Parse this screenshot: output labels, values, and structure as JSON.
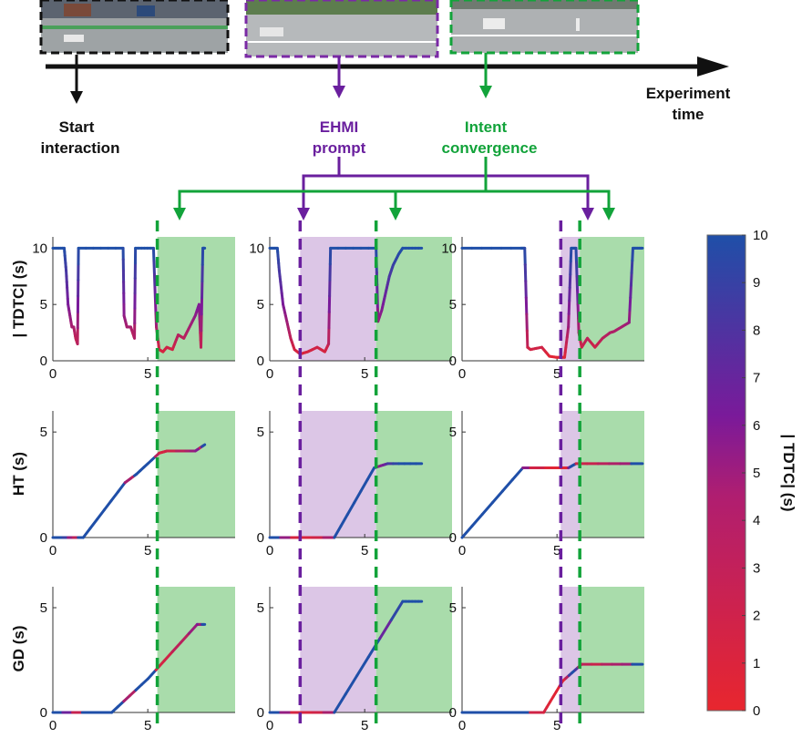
{
  "timeline": {
    "axis_label_1": "Experiment",
    "axis_label_2": "time",
    "events": [
      {
        "key": "start",
        "line1": "Start",
        "line2": "interaction",
        "color": "#111111"
      },
      {
        "key": "ehmi",
        "line1": "EHMI",
        "line2": "prompt",
        "color": "#6a1f9e"
      },
      {
        "key": "intent",
        "line1": "Intent",
        "line2": "convergence",
        "color": "#12a33a"
      }
    ]
  },
  "colors": {
    "ehmi": "#6a1f9e",
    "intent": "#12a33a",
    "ehmi_shade": "#dcc6e6",
    "intent_shade": "#a9dcab",
    "colormap_low": "#e8262e",
    "colormap_mid": "#7a1a9a",
    "colormap_high": "#1f4fa8"
  },
  "colorbar": {
    "label": "| TDTC|  (s)",
    "ticks": [
      "0",
      "1",
      "2",
      "3",
      "4",
      "5",
      "6",
      "7",
      "8",
      "9",
      "10"
    ],
    "range": [
      0,
      10
    ]
  },
  "chart_data": {
    "type": "line",
    "x_ticks": [
      "0",
      "5"
    ],
    "x_range": [
      0,
      9.6
    ],
    "columns": [
      {
        "ehmi": null,
        "intent": 5.5
      },
      {
        "ehmi": 1.6,
        "intent": 5.6
      },
      {
        "ehmi": 5.2,
        "intent": 6.2
      }
    ],
    "rows": [
      {
        "ylabel": "| TDTC|  (s)",
        "y_ticks": [
          "0",
          "5",
          "10"
        ],
        "y_range": [
          0,
          11
        ],
        "series": [
          [
            [
              0,
              10
            ],
            [
              0.6,
              10
            ],
            [
              0.7,
              8
            ],
            [
              0.8,
              5
            ],
            [
              0.9,
              4
            ],
            [
              1.0,
              3
            ],
            [
              1.1,
              3
            ],
            [
              1.2,
              2
            ],
            [
              1.3,
              1.5
            ],
            [
              1.35,
              10
            ],
            [
              3.7,
              10
            ],
            [
              3.75,
              4
            ],
            [
              3.9,
              3
            ],
            [
              4.1,
              3
            ],
            [
              4.2,
              2.5
            ],
            [
              4.3,
              2
            ],
            [
              4.35,
              10
            ],
            [
              5.3,
              10
            ],
            [
              5.45,
              3
            ],
            [
              5.6,
              1
            ],
            [
              5.8,
              0.8
            ],
            [
              6.0,
              1.2
            ],
            [
              6.3,
              1
            ],
            [
              6.6,
              2.3
            ],
            [
              6.9,
              2
            ],
            [
              7.2,
              3
            ],
            [
              7.5,
              4
            ],
            [
              7.7,
              5
            ],
            [
              7.8,
              1.2
            ],
            [
              7.9,
              10
            ],
            [
              8.0,
              10
            ]
          ],
          [
            [
              0,
              10
            ],
            [
              0.4,
              10
            ],
            [
              0.5,
              8
            ],
            [
              0.7,
              5
            ],
            [
              0.9,
              3.5
            ],
            [
              1.1,
              2
            ],
            [
              1.3,
              1
            ],
            [
              1.6,
              0.6
            ],
            [
              2.0,
              0.8
            ],
            [
              2.5,
              1.2
            ],
            [
              2.9,
              0.8
            ],
            [
              3.1,
              1.5
            ],
            [
              3.2,
              10
            ],
            [
              5.6,
              10
            ],
            [
              5.7,
              3.5
            ],
            [
              5.9,
              4.5
            ],
            [
              6.1,
              6
            ],
            [
              6.3,
              7.5
            ],
            [
              6.5,
              8.5
            ],
            [
              6.8,
              9.5
            ],
            [
              7.0,
              10
            ],
            [
              8.0,
              10
            ]
          ],
          [
            [
              0,
              10
            ],
            [
              3.1,
              10
            ],
            [
              3.3,
              10
            ],
            [
              3.45,
              1.2
            ],
            [
              3.6,
              1
            ],
            [
              4.2,
              1.2
            ],
            [
              4.6,
              0.4
            ],
            [
              5.0,
              0.3
            ],
            [
              5.4,
              0.3
            ],
            [
              5.6,
              3
            ],
            [
              5.75,
              10
            ],
            [
              6.0,
              10
            ],
            [
              6.15,
              2.5
            ],
            [
              6.3,
              1.2
            ],
            [
              6.6,
              2
            ],
            [
              7.0,
              1.2
            ],
            [
              7.4,
              2
            ],
            [
              7.8,
              2.5
            ],
            [
              8.0,
              2.6
            ],
            [
              8.4,
              3
            ],
            [
              8.8,
              3.4
            ],
            [
              9.0,
              10
            ],
            [
              9.5,
              10
            ]
          ]
        ]
      },
      {
        "ylabel": "HT (s)",
        "y_ticks": [
          "0",
          "5"
        ],
        "y_range": [
          0,
          6
        ],
        "series": [
          [
            [
              0,
              0
            ],
            [
              1.6,
              0
            ],
            [
              3.8,
              2.6
            ],
            [
              4.4,
              3.0
            ],
            [
              5.6,
              4.0
            ],
            [
              6.0,
              4.1
            ],
            [
              7.5,
              4.1
            ],
            [
              8.0,
              4.4
            ]
          ],
          [
            [
              0,
              0
            ],
            [
              3.4,
              0
            ],
            [
              5.5,
              3.3
            ],
            [
              6.2,
              3.5
            ],
            [
              8.0,
              3.5
            ]
          ],
          [
            [
              0,
              0
            ],
            [
              3.2,
              3.3
            ],
            [
              5.6,
              3.3
            ],
            [
              6.0,
              3.5
            ],
            [
              9.5,
              3.5
            ]
          ]
        ]
      },
      {
        "ylabel": "GD (s)",
        "y_ticks": [
          "0",
          "5"
        ],
        "y_range": [
          0,
          6
        ],
        "series": [
          [
            [
              0,
              0
            ],
            [
              3.1,
              0
            ],
            [
              5.0,
              1.6
            ],
            [
              7.6,
              4.2
            ],
            [
              8.0,
              4.2
            ]
          ],
          [
            [
              0,
              0
            ],
            [
              3.4,
              0
            ],
            [
              7.0,
              5.3
            ],
            [
              8.0,
              5.3
            ]
          ],
          [
            [
              0,
              0
            ],
            [
              4.3,
              0
            ],
            [
              5.3,
              1.5
            ],
            [
              6.3,
              2.3
            ],
            [
              9.5,
              2.3
            ]
          ]
        ]
      }
    ]
  }
}
